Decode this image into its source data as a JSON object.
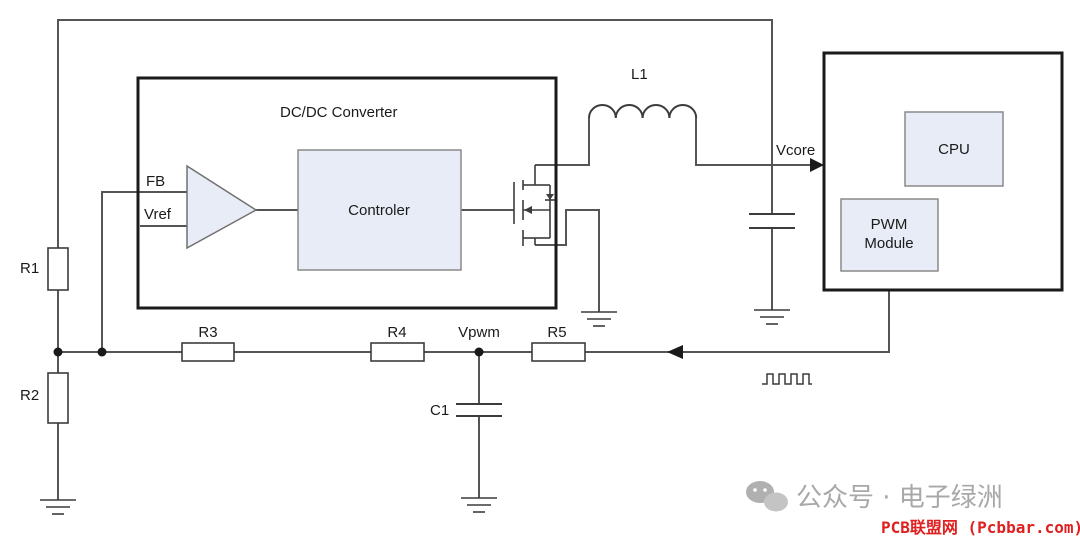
{
  "labels": {
    "converter_title": "DC/DC Converter",
    "controller": "Controler",
    "fb": "FB",
    "vref": "Vref",
    "inductor": "L1",
    "vcore": "Vcore",
    "cpu": "CPU",
    "pwm_module_line1": "PWM",
    "pwm_module_line2": "Module",
    "r1": "R1",
    "r2": "R2",
    "r3": "R3",
    "r4": "R4",
    "r5": "R5",
    "c1": "C1",
    "vpwm": "Vpwm"
  },
  "watermark": {
    "text": "公众号 · 电子绿洲",
    "icon": "wechat-icon"
  },
  "credit": "PCB联盟网 (Pcbbar.com)",
  "colors": {
    "block_fill": "#e7ecf6",
    "wire": "#555555",
    "outline": "#1a1a1a",
    "credit_red": "#e02020",
    "watermark_gray": "#a8a8a8"
  }
}
